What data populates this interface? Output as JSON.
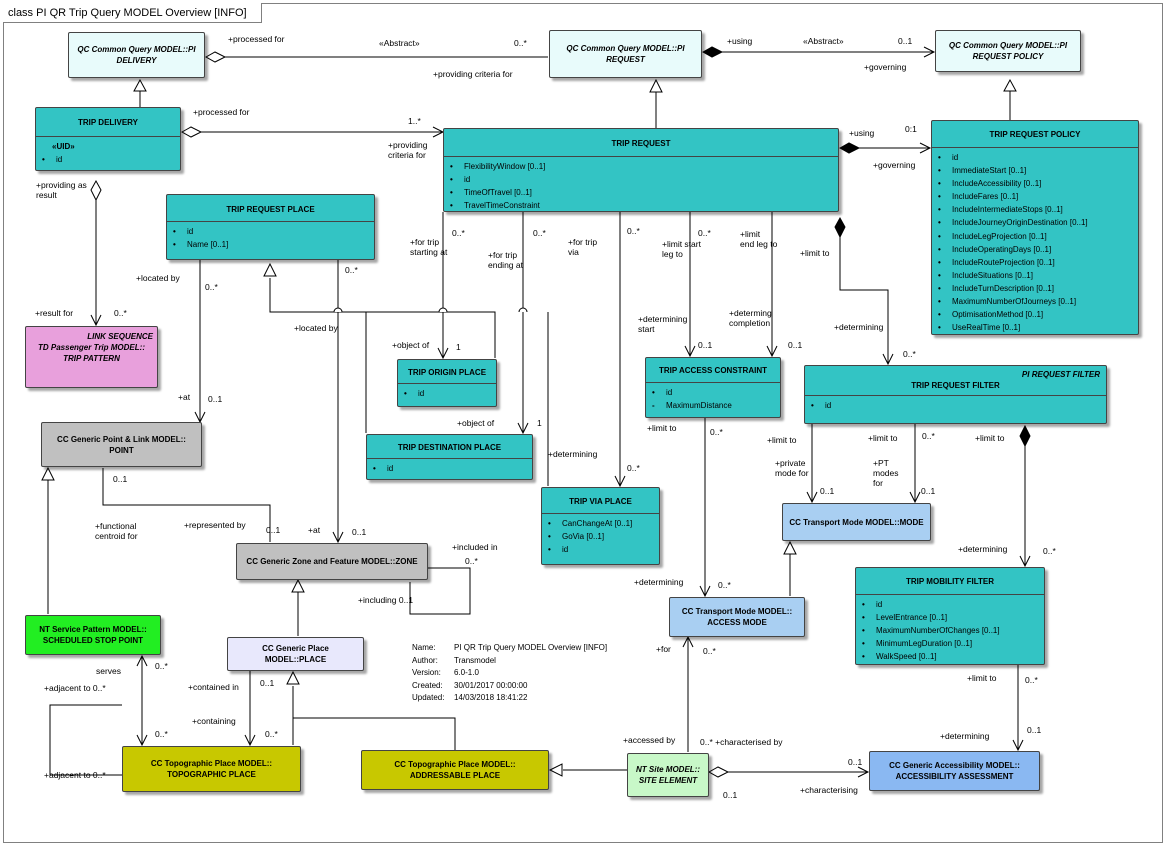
{
  "diagram_title": "class PI QR Trip Query MODEL Overview [INFO]",
  "classes": {
    "qc_delivery": {
      "line1": "QC Common Query MODEL::PI",
      "line2": "DELIVERY"
    },
    "qc_request": {
      "line1": "QC Common Query MODEL::PI",
      "line2": "REQUEST"
    },
    "qc_policy": {
      "line1": "QC Common Query MODEL::PI",
      "line2": "REQUEST POLICY"
    },
    "trip_delivery": {
      "name": "TRIP DELIVERY",
      "uid": "«UID»",
      "attrs": [
        "id"
      ]
    },
    "trip_request": {
      "name": "TRIP REQUEST",
      "attrs": [
        "FlexibilityWindow [0..1]",
        "id",
        "TimeOfTravel [0..1]",
        "TravelTimeConstraint"
      ]
    },
    "trip_request_policy": {
      "name": "TRIP REQUEST POLICY",
      "attrs": [
        "id",
        "ImmediateStart [0..1]",
        "IncludeAccessibility [0..1]",
        "IncludeFares [0..1]",
        "IncludeIntermediateStops [0..1]",
        "IncludeJourneyOriginDestination [0..1]",
        "IncludeLegProjection [0..1]",
        "IncludeOperatingDays [0..1]",
        "IncludeRouteProjection [0..1]",
        "IncludeSituations [0..1]",
        "IncludeTurnDescription [0..1]",
        "MaximumNumberOfJourneys [0..1]",
        "OptimisationMethod [0..1]",
        "UseRealTime [0..1]"
      ]
    },
    "trip_request_place": {
      "name": "TRIP REQUEST PLACE",
      "attrs": [
        "id",
        "Name [0..1]"
      ]
    },
    "link_sequence": {
      "stereo": "LINK SEQUENCE",
      "line1": "TD Passenger Trip MODEL::",
      "line2": "TRIP PATTERN"
    },
    "trip_origin_place": {
      "name": "TRIP ORIGIN PLACE",
      "attrs": [
        "id"
      ]
    },
    "trip_destination_place": {
      "name": "TRIP DESTINATION PLACE",
      "attrs": [
        "id"
      ]
    },
    "trip_access_constraint": {
      "name": "TRIP ACCESS CONSTRAINT",
      "attrs": [
        "id",
        "MaximumDistance"
      ]
    },
    "trip_request_filter": {
      "stereo": "PI REQUEST FILTER",
      "name": "TRIP REQUEST FILTER",
      "attrs": [
        "id"
      ]
    },
    "trip_via_place": {
      "name": "TRIP VIA PLACE",
      "attrs": [
        "CanChangeAt [0..1]",
        "GoVia [0..1]",
        "id"
      ]
    },
    "cc_point": {
      "line1": "CC Generic Point & Link MODEL::",
      "line2": "POINT"
    },
    "cc_zone": {
      "line1": "CC Generic Zone and Feature MODEL::ZONE"
    },
    "cc_transport_mode": {
      "line1": "CC Transport Mode MODEL::MODE"
    },
    "trip_mobility_filter": {
      "name": "TRIP MOBILITY FILTER",
      "attrs": [
        "id",
        "LevelEntrance [0..1]",
        "MaximumNumberOfChanges [0..1]",
        "MinimumLegDuration [0..1]",
        "WalkSpeed [0..1]"
      ]
    },
    "nt_stop_point": {
      "line1": "NT Service Pattern MODEL::",
      "line2": "SCHEDULED STOP POINT"
    },
    "cc_place": {
      "line1": "CC Generic Place MODEL::PLACE"
    },
    "access_mode": {
      "line1": "CC Transport Mode MODEL::",
      "line2": "ACCESS MODE"
    },
    "topographic_place": {
      "line1": "CC Topographic Place MODEL::",
      "line2": "TOPOGRAPHIC PLACE"
    },
    "addressable_place": {
      "line1": "CC Topographic Place MODEL::",
      "line2": "ADDRESSABLE PLACE"
    },
    "site_element": {
      "line1": "NT Site MODEL::",
      "line2": "SITE ELEMENT"
    },
    "accessibility_assessment": {
      "line1": "CC Generic Accessibility MODEL::",
      "line2": "ACCESSIBILITY ASSESSMENT"
    }
  },
  "info": {
    "name_label": "Name:",
    "name": "PI QR Trip Query MODEL Overview [INFO]",
    "author_label": "Author:",
    "author": "Transmodel",
    "version_label": "Version:",
    "version": "6.0-1.0",
    "created_label": "Created:",
    "created": "30/01/2017 00:00:00",
    "updated_label": "Updated:",
    "updated": "14/03/2018 18:41:22"
  },
  "labels": {
    "processed_for_1": "+processed for",
    "abstract_1": "«Abstract»",
    "mult_0n_1": "0..*",
    "providing_criteria_1": "+providing criteria for",
    "using_1": "+using",
    "abstract_2": "«Abstract»",
    "mult_01_1": "0..1",
    "governing_1": "+governing",
    "processed_for_2": "+processed for",
    "mult_1n": "1..*",
    "providing_criteria_2": "+providing\ncriteria for",
    "using_2": "+using",
    "mult_01_2": "0:1",
    "governing_2": "+governing",
    "providing_result": "+providing as\nresult",
    "result_for": "+result for",
    "mult_0n_2": "0..*",
    "located_by_1": "+located by",
    "mult_0n_3": "0..*",
    "mult_0n_4": "0..*",
    "located_by_2": "+located by",
    "for_trip_starting": "+for trip\nstarting at",
    "mult_0n_5": "0..*",
    "for_trip_ending": "+for trip\nending at",
    "mult_0n_6": "0..*",
    "for_trip_via": "+for trip\nvia",
    "mult_0n_7": "0..*",
    "limit_start": "+limit start\nleg to",
    "mult_0n_8": "0..*",
    "limit_end": "+limit\nend leg to",
    "limit_to_1": "+limit to",
    "object_of_1": "+object of",
    "mult_1_1": "1",
    "object_of_2": "+object of",
    "mult_1_2": "1",
    "determining_start": "+determining\nstart",
    "mult_01_3": "0..1",
    "determing_completion": "+determing\ncompletion",
    "mult_01_4": "0..1",
    "determining_1": "+determining",
    "mult_0n_9": "0..*",
    "at_1": "+at",
    "mult_01_5": "0..1",
    "limit_to_2": "+limit to",
    "mult_0n_10": "0..*",
    "limit_to_3": "+limit to",
    "limit_to_4": "+limit to",
    "mult_0n_11": "0..*",
    "limit_to_5": "+limit to",
    "private_mode": "+private\nmode for",
    "mult_01_6": "0..1",
    "pt_modes": "+PT\nmodes\nfor",
    "mult_01_7": "0..1",
    "determining_2": "+determining",
    "mult_0n_12": "0..*",
    "mult_01_8": "0..1",
    "functional_centroid": "+functional\ncentroid for",
    "represented_by": "+represented by",
    "mult_01_9": "0..1",
    "at_2": "+at",
    "mult_01_10": "0..1",
    "included_in": "+included in",
    "mult_0n_13": "0..*",
    "including": "+including 0..1",
    "determining_3": "+determining",
    "mult_0n_14": "0..*",
    "determining_4": "+determining",
    "mult_0n_15": "0..*",
    "serves": "serves",
    "mult_0n_16": "0..*",
    "adjacent_1": "+adjacent to 0..*",
    "contained_in": "+contained in",
    "mult_01_11": "0..1",
    "containing": "+containing",
    "mult_0n_17": "0..*",
    "mult_0n_18": "0..*",
    "adjacent_2": "+adjacent to 0..*",
    "for_label": "+for",
    "mult_0n_19": "0..*",
    "limit_to_6": "+limit to",
    "mult_0n_20": "0..*",
    "accessed_by": "+accessed by",
    "characterised_by": "0..* +characterised by",
    "determining_5": "+determining",
    "mult_01_12": "0..1",
    "characterising": "+characterising",
    "mult_01_13": "0..1",
    "mult_01_14": "0..1"
  }
}
